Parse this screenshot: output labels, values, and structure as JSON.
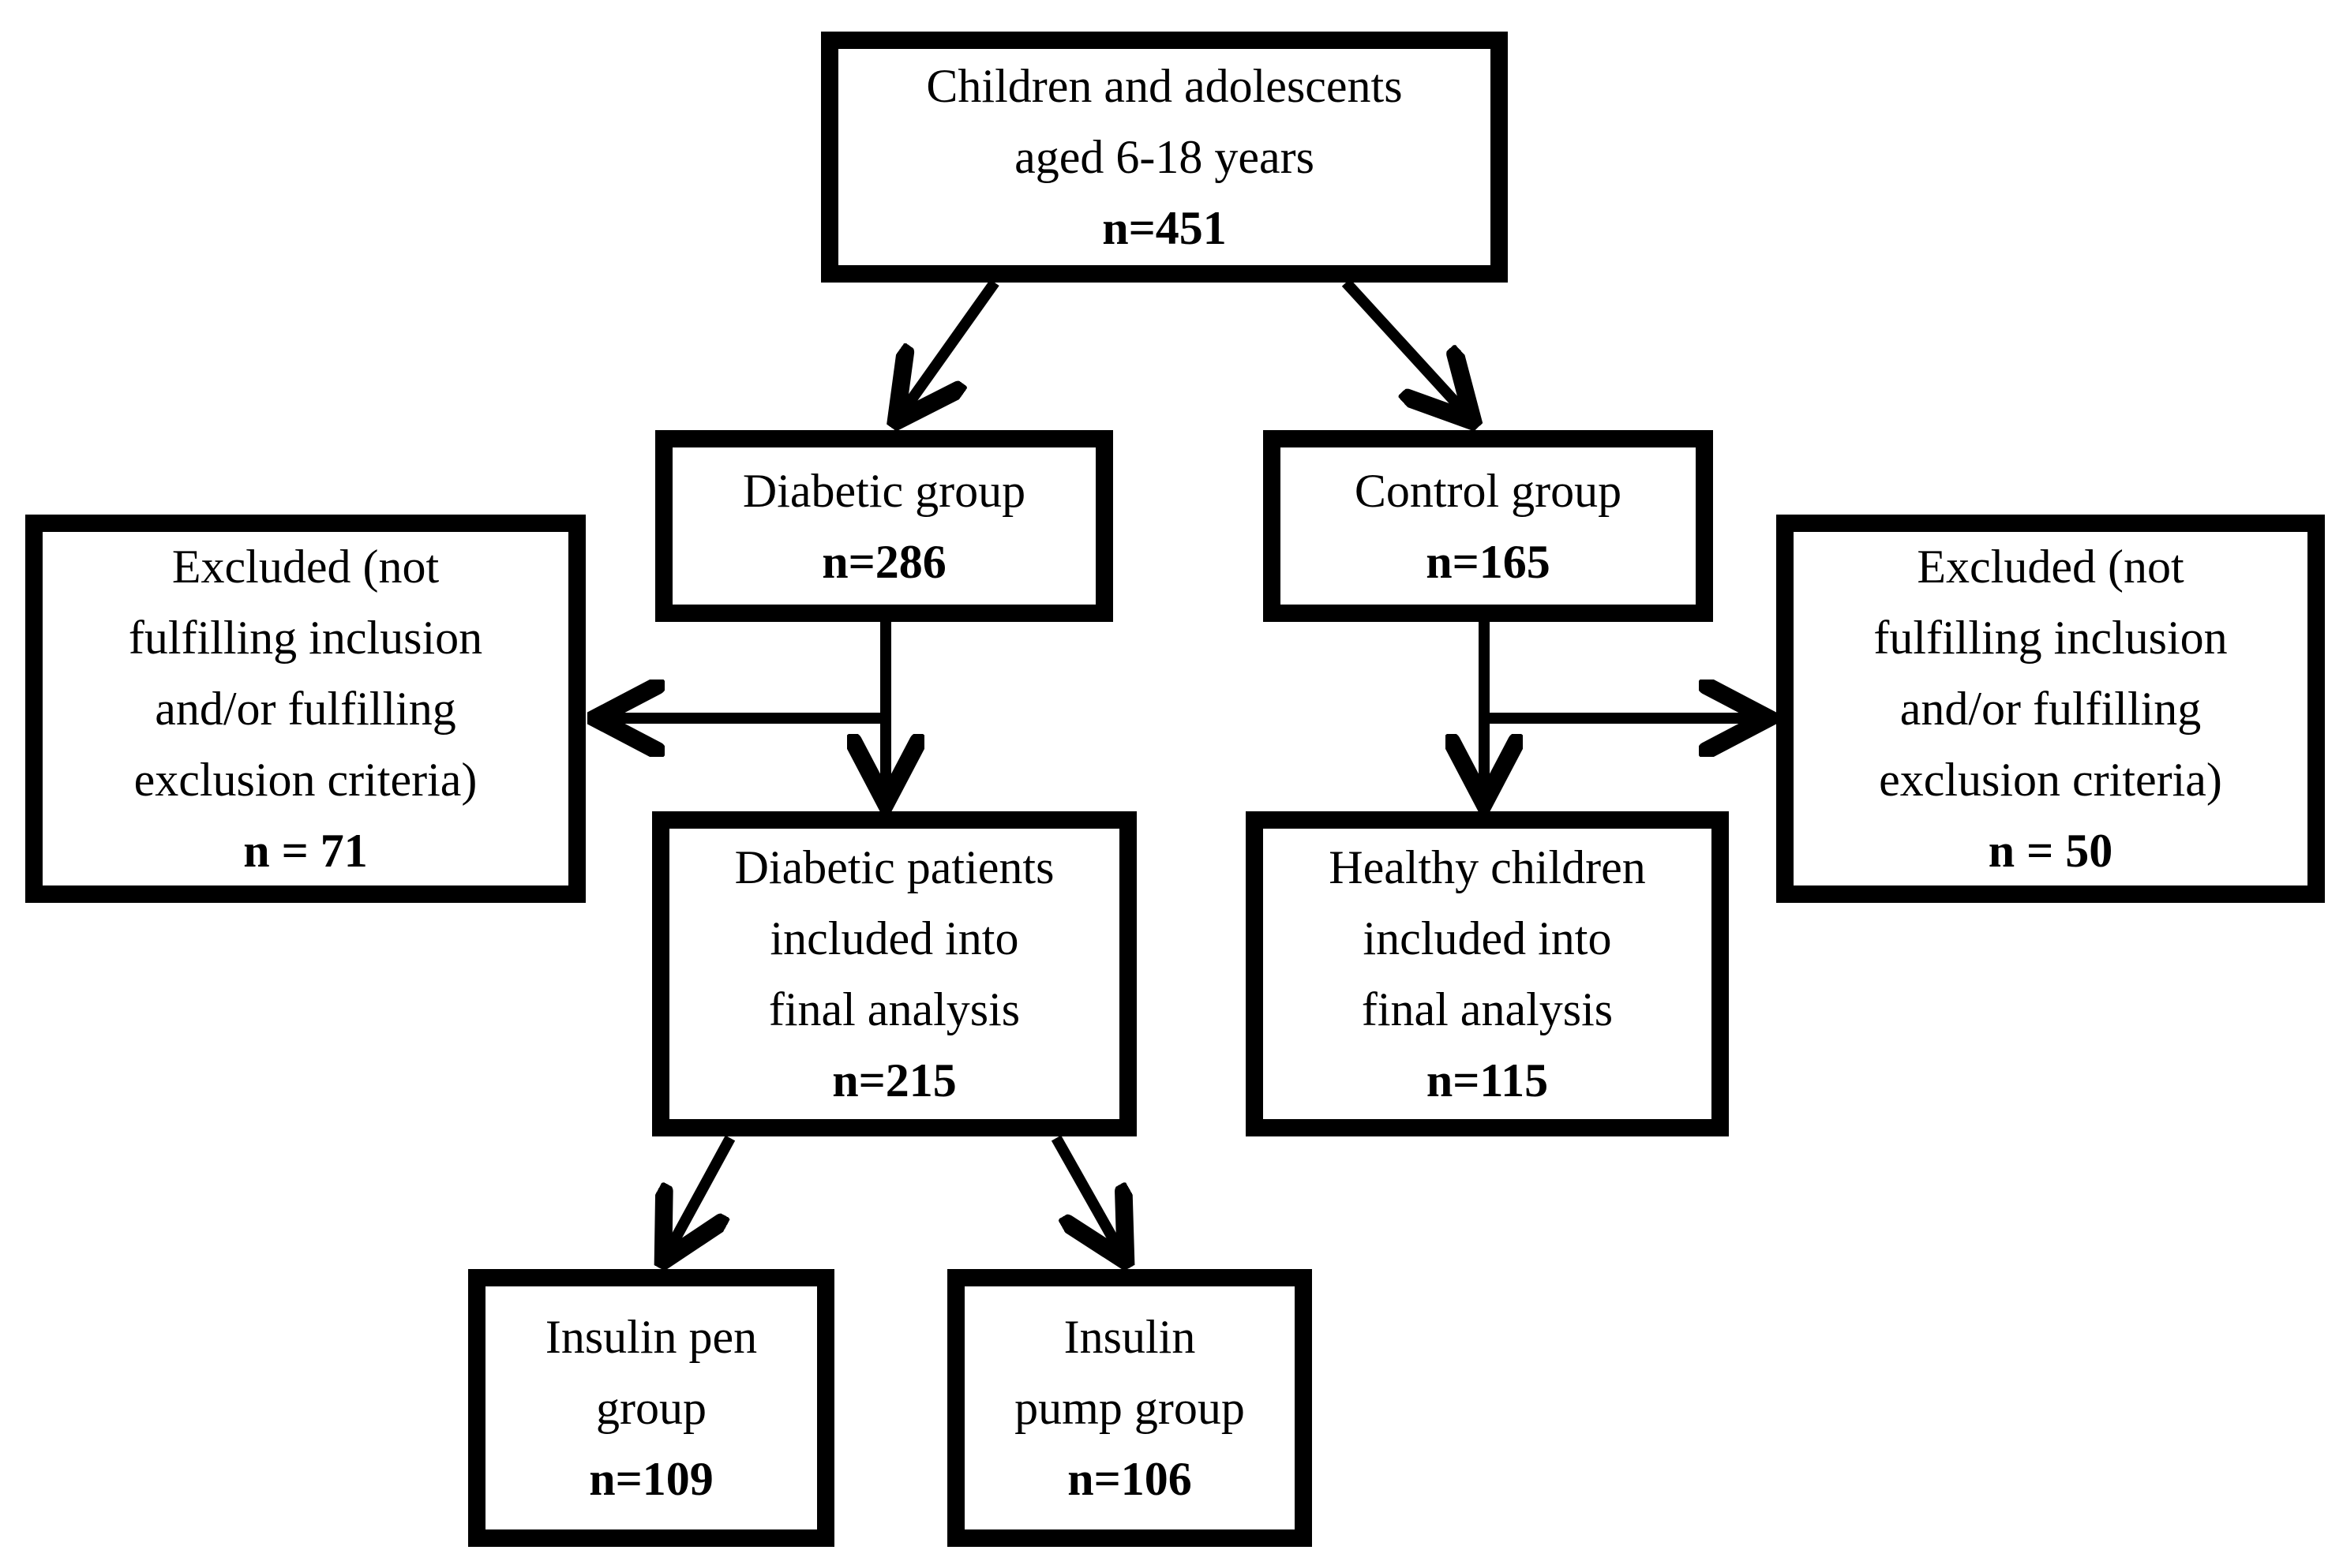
{
  "colors": {
    "ink": "#000000",
    "background": "#ffffff"
  },
  "nodes": {
    "total": {
      "lines": [
        "Children and adolescents",
        "aged 6-18 years"
      ],
      "n": "n=451"
    },
    "diabetic_group": {
      "lines": [
        "Diabetic group"
      ],
      "n": "n=286"
    },
    "control_group": {
      "lines": [
        "Control group"
      ],
      "n": "n=165"
    },
    "excluded_left": {
      "lines": [
        "Excluded (not",
        "fulfilling inclusion",
        "and/or fulfilling",
        "exclusion criteria)"
      ],
      "n": "n = 71"
    },
    "excluded_right": {
      "lines": [
        "Excluded (not",
        "fulfilling inclusion",
        "and/or fulfilling",
        "exclusion criteria)"
      ],
      "n": "n = 50"
    },
    "diabetic_final": {
      "lines": [
        "Diabetic patients",
        "included into",
        "final analysis"
      ],
      "n": "n=215"
    },
    "healthy_final": {
      "lines": [
        "Healthy children",
        "included into",
        "final analysis"
      ],
      "n": "n=115"
    },
    "pen_group": {
      "lines": [
        "Insulin pen",
        "group"
      ],
      "n": "n=109"
    },
    "pump_group": {
      "lines": [
        "Insulin",
        "pump group"
      ],
      "n": "n=106"
    }
  },
  "edges": [
    {
      "from": "total",
      "to": "diabetic_group"
    },
    {
      "from": "total",
      "to": "control_group"
    },
    {
      "from": "diabetic_group",
      "to": "excluded_left"
    },
    {
      "from": "diabetic_group",
      "to": "diabetic_final"
    },
    {
      "from": "control_group",
      "to": "excluded_right"
    },
    {
      "from": "control_group",
      "to": "healthy_final"
    },
    {
      "from": "diabetic_final",
      "to": "pen_group"
    },
    {
      "from": "diabetic_final",
      "to": "pump_group"
    }
  ]
}
